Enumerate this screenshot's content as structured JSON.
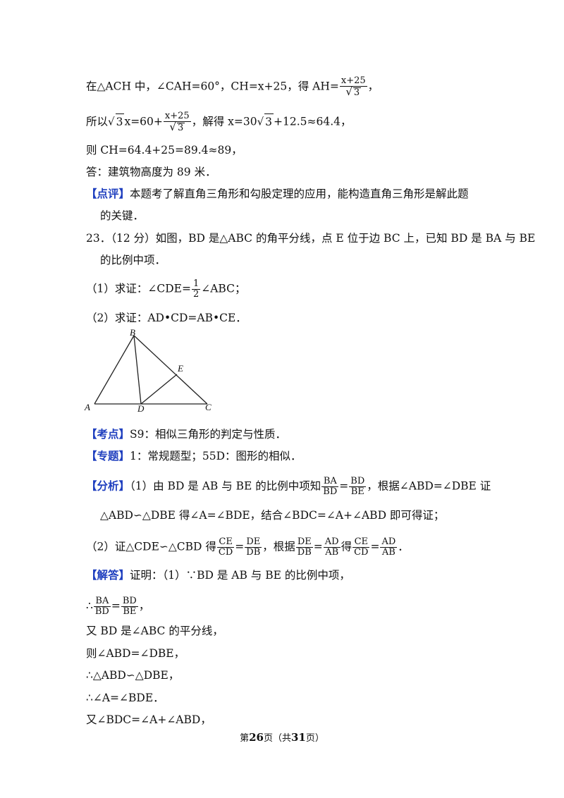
{
  "l1": {
    "a": "在△ACH 中，∠CAH=60°，CH=x+25，得 AH=",
    "num": "x+25",
    "den": "3",
    "b": "，"
  },
  "l2": {
    "a": "所以",
    "r1": "3",
    "b": "x=60+",
    "num": "x+25",
    "den": "3",
    "c": "，解得 x=30",
    "r2": "3",
    "d": "+12.5≈64.4，"
  },
  "l3": "则 CH=64.4+25=89.4≈89，",
  "l4": "答：建筑物高度为 89 米．",
  "dianping": {
    "tag": "【点评】",
    "text": "本题考了解直角三角形和勾股定理的应用，能构造直角三角形是解此题",
    "cont": "的关键．"
  },
  "q23": {
    "text": "23．（12 分）如图，BD 是△ABC 的角平分线，点 E 位于边 BC 上，已知 BD 是 BA 与 BE",
    "cont": "的比例中项．",
    "p1a": "（1）求证：∠CDE=",
    "p1num": "1",
    "p1den": "2",
    "p1b": "∠ABC；",
    "p2": "（2）求证：AD•CD=AB•CE．"
  },
  "figure": {
    "B": "B",
    "E": "E",
    "A": "A",
    "D": "D",
    "C": "C"
  },
  "kaodian": {
    "tag": "【考点】",
    "text": "S9：相似三角形的判定与性质．"
  },
  "zhuanti": {
    "tag": "【专题】",
    "text": "1：常规题型；55D：图形的相似．"
  },
  "fenxi": {
    "tag": "【分析】",
    "a": "（1）由 BD 是 AB 与 BE 的比例中项知",
    "f1n": "BA",
    "f1d": "BD",
    "eq": "=",
    "f2n": "BD",
    "f2d": "BE",
    "b": "，根据∠ABD=∠DBE 证",
    "cont": "△ABD∽△DBE 得∠A=∠BDE，结合∠BDC=∠A+∠ABD 即可得证；",
    "p2a": "（2）证△CDE∽△CBD 得",
    "g1n": "CE",
    "g1d": "CD",
    "g2n": "DE",
    "g2d": "DB",
    "p2b": "，根据",
    "h1n": "DE",
    "h1d": "DB",
    "h2n": "AD",
    "h2d": "AB",
    "p2c": "得",
    "k1n": "CE",
    "k1d": "CD",
    "k2n": "AD",
    "k2d": "AB",
    "p2d": "．"
  },
  "jieda": {
    "tag": "【解答】",
    "text": "证明：（1）∵BD 是 AB 与 BE 的比例中项，",
    "s1a": "∴",
    "s1n1": "BA",
    "s1d1": "BD",
    "s1eq": "=",
    "s1n2": "BD",
    "s1d2": "BE",
    "s1b": "，",
    "s2": "又 BD 是∠ABC 的平分线，",
    "s3": "则∠ABD=∠DBE，",
    "s4": "∴△ABD∽△DBE，",
    "s5": "∴∠A=∠BDE．",
    "s6": "又∠BDC=∠A+∠ABD，"
  },
  "footer": {
    "a": "第",
    "page": "26",
    "b": "页（共",
    "total": "31",
    "c": "页）"
  }
}
